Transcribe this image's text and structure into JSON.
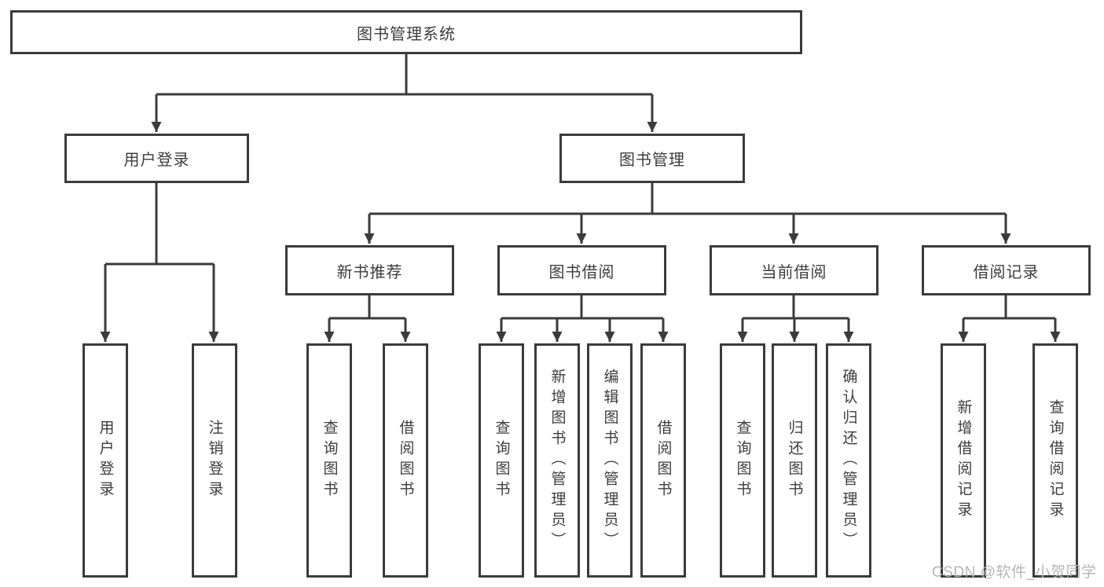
{
  "diagram": {
    "title": "图书管理系统",
    "tree": {
      "root": {
        "label": "图书管理系统",
        "children": [
          {
            "label": "用户登录",
            "children": [
              {
                "label": "用户登录"
              },
              {
                "label": "注销登录"
              }
            ]
          },
          {
            "label": "图书管理",
            "children": [
              {
                "label": "新书推荐",
                "children": [
                  {
                    "label": "查询图书"
                  },
                  {
                    "label": "借阅图书"
                  }
                ]
              },
              {
                "label": "图书借阅",
                "children": [
                  {
                    "label": "查询图书"
                  },
                  {
                    "label": "新增图书（管理员）"
                  },
                  {
                    "label": "编辑图书（管理员）"
                  },
                  {
                    "label": "借阅图书"
                  }
                ]
              },
              {
                "label": "当前借阅",
                "children": [
                  {
                    "label": "查询图书"
                  },
                  {
                    "label": "归还图书"
                  },
                  {
                    "label": "确认归还（管理员）"
                  }
                ]
              },
              {
                "label": "借阅记录",
                "children": [
                  {
                    "label": "新增借阅记录"
                  },
                  {
                    "label": "查询借阅记录"
                  }
                ]
              }
            ]
          }
        ]
      }
    },
    "colors": {
      "line": "#3b3b3b",
      "text": "#3d3d3d",
      "box_fill": "#ffffff",
      "background": "#ffffff",
      "watermark": "#b5b5b5"
    }
  },
  "watermark": {
    "text": "CSDN @软件_小贺同学"
  }
}
